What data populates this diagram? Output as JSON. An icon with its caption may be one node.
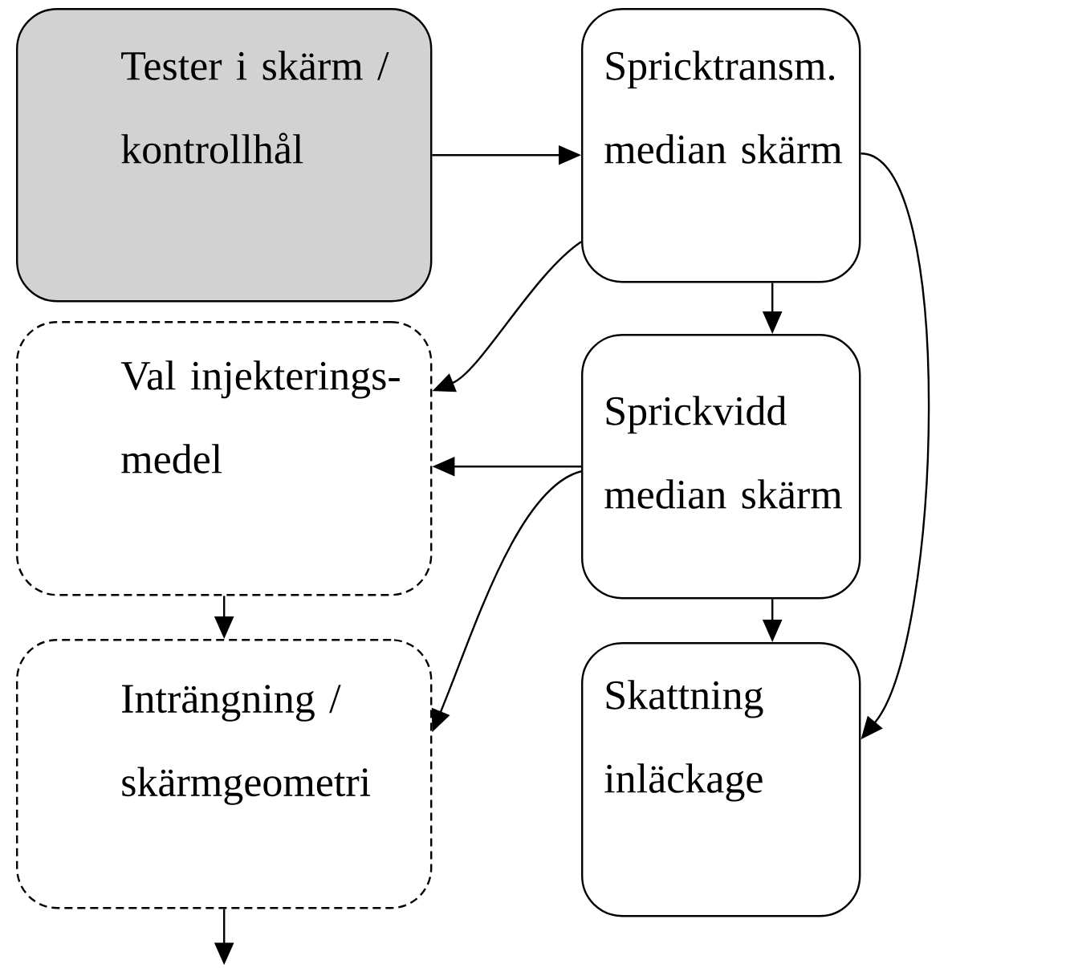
{
  "diagram": {
    "nodes": [
      {
        "text": [
          "Tester i skärm / kontrollhål"
        ]
      },
      {
        "text": [
          "Spricktransm. median skärm"
        ]
      },
      {
        "text": [
          "Val injekterings-medel"
        ]
      },
      {
        "text": [
          "Sprickvidd median skärm"
        ]
      },
      {
        "text": [
          "Inträngning / skärmgeometri"
        ]
      },
      {
        "text": [
          "Skattning inläckage"
        ]
      }
    ],
    "edges": [
      {
        "from": 0,
        "to": 1,
        "arrow": "to"
      },
      {
        "from": 1,
        "to": 2,
        "arrow": "to"
      },
      {
        "from": 1,
        "to": 3,
        "arrow": "to"
      },
      {
        "from": 3,
        "to": 2,
        "arrow": "to"
      },
      {
        "from": 3,
        "to": 4,
        "arrow": "to"
      },
      {
        "from": 3,
        "to": 5,
        "arrow": "to"
      },
      {
        "from": 1,
        "to": 5,
        "arrow": "to"
      },
      {
        "from": 2,
        "to": 4,
        "arrow": "to"
      },
      {
        "from": 4,
        "to": null,
        "arrow": "to"
      }
    ]
  }
}
